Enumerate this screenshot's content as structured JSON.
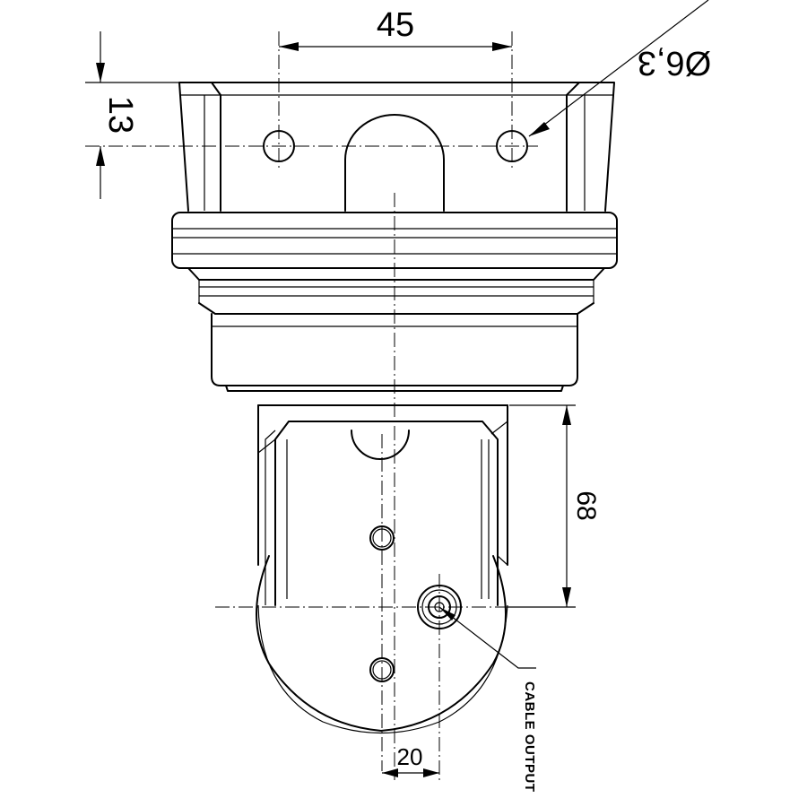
{
  "drawing": {
    "dimensions": {
      "top_width": "45",
      "top_height": "13",
      "hole_diameter": "Ø6,3",
      "bracket_height": "68",
      "cable_offset": "20"
    },
    "callouts": {
      "cable_output": "CABLE OUTPUT"
    }
  }
}
